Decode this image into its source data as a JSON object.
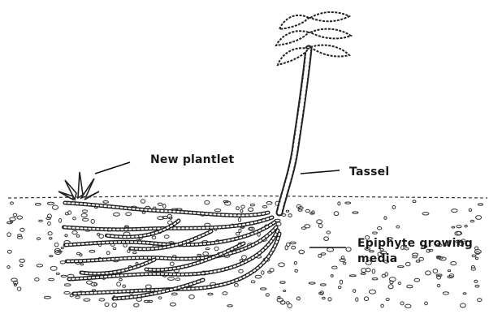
{
  "diagram": {
    "labels": {
      "new_plantlet": "New plantlet",
      "tassel": "Tassel",
      "media_line1": "Epiphyte growing",
      "media_line2": "media"
    }
  }
}
